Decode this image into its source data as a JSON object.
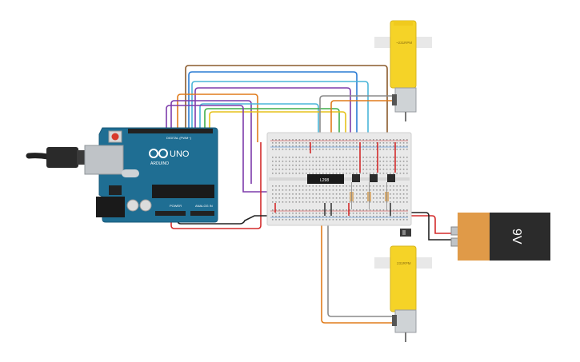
{
  "arduino": {
    "logo_text": "UNO",
    "brand_text": "ARDUINO",
    "digital_label": "DIGITAL (PWM~)",
    "power_label": "POWER",
    "analog_label": "ANALOG IN"
  },
  "chip": {
    "label": "L298"
  },
  "motor_top": {
    "label": "~231RPM"
  },
  "motor_bottom": {
    "label": "231RPM"
  },
  "battery": {
    "label": "9V"
  },
  "colors": {
    "board": "#1f6e93",
    "breadboard": "#e9e9e9",
    "motor_yellow": "#f5d327",
    "battery_orange": "#e09a48",
    "battery_black": "#2b2b2b",
    "wire_red": "#d32b2b",
    "wire_black": "#222222",
    "wire_orange": "#e07b1b",
    "wire_brown": "#8a5a2b",
    "wire_blue": "#2a7bd4",
    "wire_cyan": "#4ab5d8",
    "wire_purple": "#7d3cab",
    "wire_green": "#3fae4a",
    "wire_yellow": "#e6c21b",
    "wire_gray": "#8a8a8a"
  }
}
